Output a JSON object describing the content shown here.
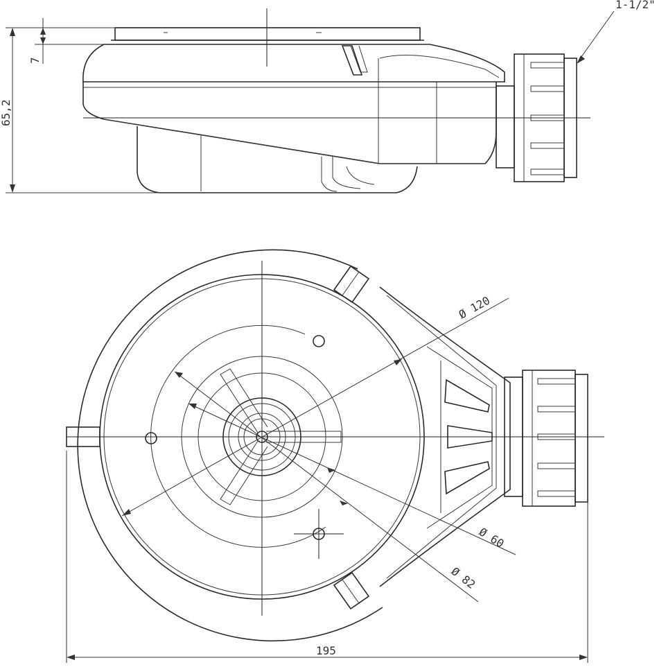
{
  "dimensions": {
    "thread": "1-1/2\"",
    "height": "65,2",
    "flange": "7",
    "diameter_outer": "Ø 120",
    "diameter_inner_60": "Ø 60",
    "diameter_82": "Ø 82",
    "width": "195"
  }
}
